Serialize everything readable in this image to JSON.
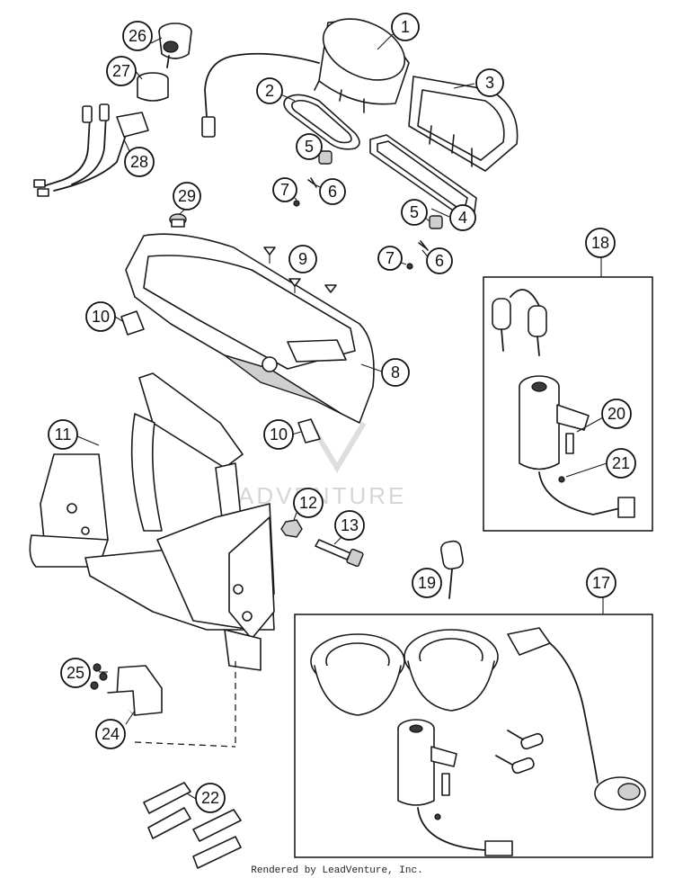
{
  "callouts": {
    "c1": "1",
    "c2": "2",
    "c3": "3",
    "c4": "4",
    "c5a": "5",
    "c5b": "5",
    "c6a": "6",
    "c6b": "6",
    "c7a": "7",
    "c7b": "7",
    "c8": "8",
    "c9": "9",
    "c10a": "10",
    "c10b": "10",
    "c11": "11",
    "c12": "12",
    "c13": "13",
    "c17": "17",
    "c18": "18",
    "c19": "19",
    "c20": "20",
    "c21": "21",
    "c22": "22",
    "c24": "24",
    "c25": "25",
    "c26": "26",
    "c27": "27",
    "c28": "28",
    "c29": "29"
  },
  "watermark": "ADVENTURE",
  "footer": "Rendered by LeadVenture, Inc."
}
